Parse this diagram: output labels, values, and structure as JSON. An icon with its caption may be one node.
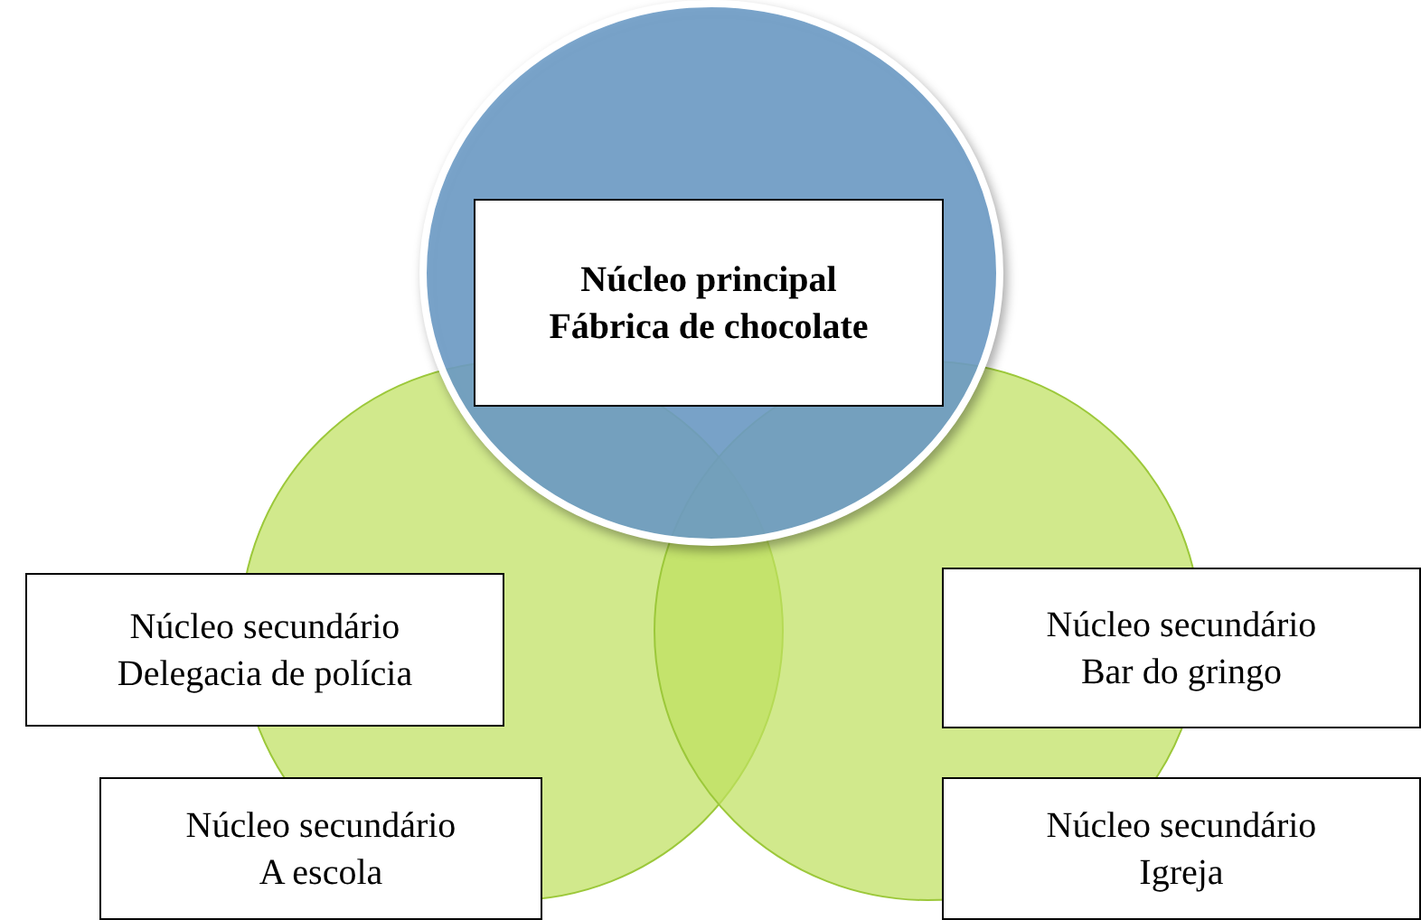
{
  "diagram": {
    "nodes": [
      {
        "text": [],
        "shape": "circle"
      },
      {
        "text": [
          "Núcleo principal",
          "Fábrica de chocolate"
        ],
        "in": 0
      },
      {
        "text": [],
        "shape": "circle"
      },
      {
        "text": [],
        "shape": "circle"
      },
      {
        "text": [
          "Núcleo secundário",
          "Delegacia de polícia"
        ]
      },
      {
        "text": [
          "Núcleo secundário",
          "A escola"
        ]
      },
      {
        "text": [
          "Núcleo secundário",
          "Bar do gringo"
        ]
      },
      {
        "text": [
          "Núcleo secundário",
          "Igreja"
        ]
      }
    ],
    "edges": []
  }
}
